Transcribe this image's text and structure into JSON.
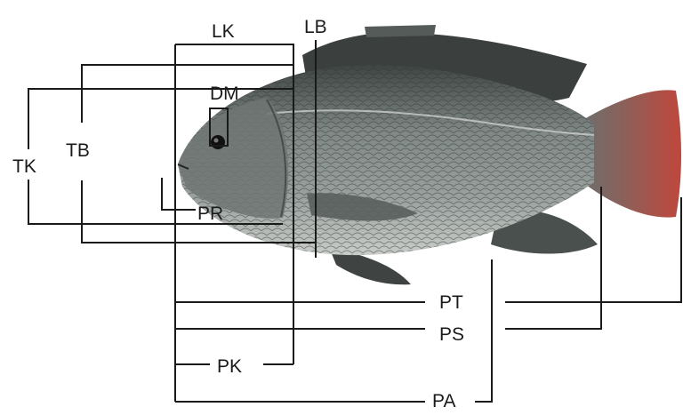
{
  "figure": {
    "subject": "fish-morphometric-diagram",
    "measurements": [
      {
        "id": "LK",
        "label": "LK"
      },
      {
        "id": "LB",
        "label": "LB"
      },
      {
        "id": "DM",
        "label": "DM"
      },
      {
        "id": "TK",
        "label": "TK"
      },
      {
        "id": "TB",
        "label": "TB"
      },
      {
        "id": "PR",
        "label": "PR"
      },
      {
        "id": "PT",
        "label": "PT"
      },
      {
        "id": "PS",
        "label": "PS"
      },
      {
        "id": "PK",
        "label": "PK"
      },
      {
        "id": "PA",
        "label": "PA"
      }
    ],
    "colors": {
      "line": "#1a1a1a",
      "body": "#8c9491",
      "back": "#4f5553",
      "fin": "#3e4341",
      "tail": "#b24a42",
      "belly": "#d9d9d4"
    }
  }
}
